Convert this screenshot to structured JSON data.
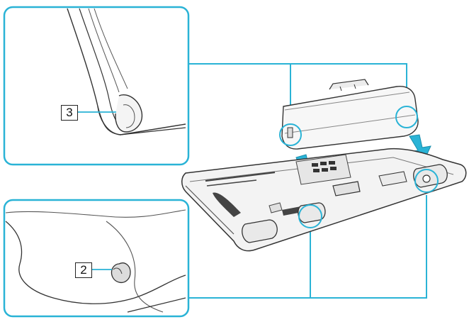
{
  "diagram": {
    "accent_color": "#2ab3d6",
    "line_color": "#333333",
    "callouts": [
      {
        "id": "callout-3",
        "label": "3"
      },
      {
        "id": "callout-2",
        "label": "2"
      }
    ],
    "icons": [
      "arrow-down-icon",
      "arrow-down-icon"
    ]
  }
}
